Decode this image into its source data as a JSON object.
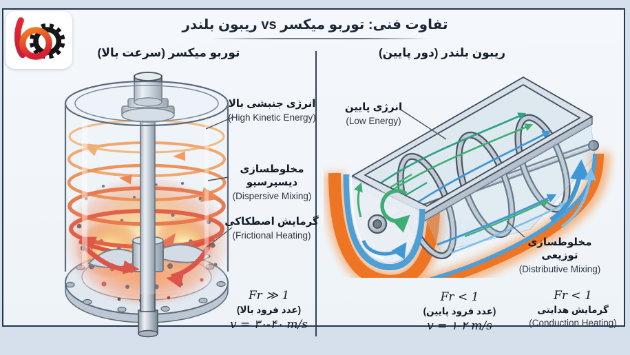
{
  "header": {
    "title": "تفاوت فنی: توربو میکسر vs ریبون بلندر"
  },
  "logo": {
    "icon": "b-gear-logo",
    "brand_colors": {
      "orange": "#f4801f",
      "red": "#d81f34",
      "black": "#161616"
    }
  },
  "left_column": {
    "heading": "توربو میکسر (سرعت بالا)",
    "labels": [
      {
        "fa": "انرژی جنبشی بالا",
        "en": "(High Kinetic Energy)"
      },
      {
        "fa": "مخلوطسازی دیسپرسیو",
        "en": "(Dispersive Mixing)"
      },
      {
        "fa": "گرمایش اصطکاکی",
        "en": "(Frictional Heating)"
      }
    ],
    "metrics": {
      "froude": "Fr ≫ 1",
      "froude_note": "(عدد فرود بالا)",
      "velocity": "v = ۳۰-۴۰ m/s"
    }
  },
  "right_column": {
    "heading": "ریبون بلندر (دور پایین)",
    "labels": [
      {
        "fa": "انرژی پایین",
        "en": "(Low Energy)"
      },
      {
        "fa": "مخلوطسازی توزیعی",
        "en": "(Distributive Mixing)"
      }
    ],
    "metrics": {
      "froude": "Fr < 1",
      "froude_note": "(عدد فرود پایین)",
      "velocity": "v = ۱-۲ m/s"
    },
    "heating": {
      "froude": "Fr < 1",
      "fa": "گرمایش هدایتی",
      "en": "(Conduction Heating)"
    }
  },
  "palette": {
    "frame_navy": "#22364d",
    "panel_bg": "#f3f6fa",
    "hot_orange": "#ee7524",
    "hot_red": "#d92b16",
    "cool_blue": "#3f97d3",
    "cool_green": "#3fae74",
    "metal_grey": "#c6cfd8"
  }
}
